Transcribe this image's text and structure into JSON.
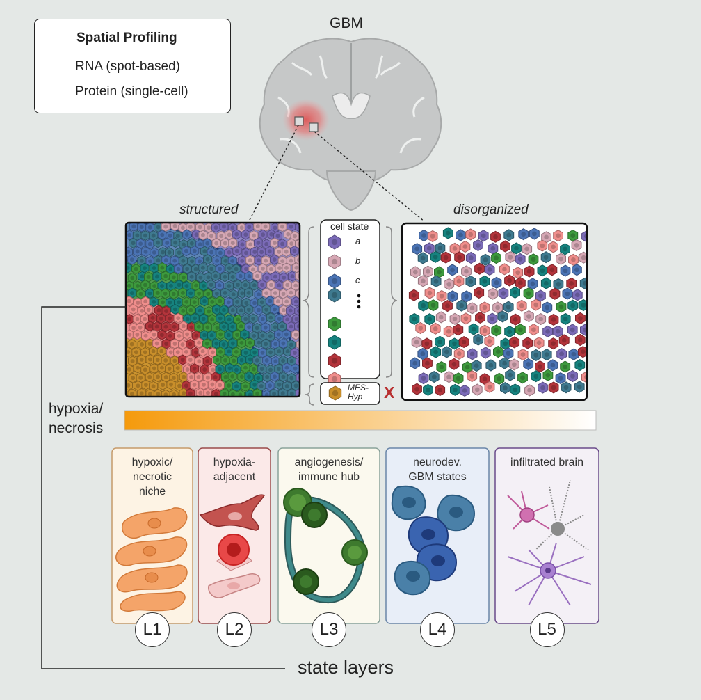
{
  "legend": {
    "title": "Spatial Profiling",
    "items": [
      {
        "label": "RNA (spot-based)",
        "icon": "rna-spot-icon"
      },
      {
        "label": "Protein (single-cell)",
        "icon": "protein-cell-icon"
      }
    ]
  },
  "brain": {
    "label": "GBM"
  },
  "structured": {
    "title": "structured"
  },
  "disorganized": {
    "title": "disorganized"
  },
  "cell_states": {
    "title": "cell state",
    "items": [
      {
        "label": "a",
        "color": "#7b6bb8"
      },
      {
        "label": "b",
        "color": "#d6a7b4"
      },
      {
        "label": "c",
        "color": "#4b74b5"
      },
      {
        "label": "",
        "color": "#3f7a90"
      },
      {
        "label": "",
        "color": "#3d9a3d"
      },
      {
        "label": "",
        "color": "#16837f"
      },
      {
        "label": "",
        "color": "#b3343b"
      },
      {
        "label": "",
        "color": "#f08e8c"
      }
    ],
    "excluded": {
      "label_line1": "MES-",
      "label_line2": "Hyp",
      "color": "#c98f2b",
      "mark": "X"
    }
  },
  "gradient": {
    "label_line1": "hypoxia/",
    "label_line2": "necrosis",
    "start_color": "#f59a0c",
    "end_color": "#ffffff"
  },
  "layers": [
    {
      "id": "L1",
      "title": "hypoxic/\nnecrotic\nniche",
      "bg": "#fdf3e4",
      "border": "#c59a6a"
    },
    {
      "id": "L2",
      "title": "hypoxia-\nadjacent",
      "bg": "#fbe9e8",
      "border": "#9a4a4a"
    },
    {
      "id": "L3",
      "title": "angiogenesis/\nimmune hub",
      "bg": "#fbf9ee",
      "border": "#8aa29a"
    },
    {
      "id": "L4",
      "title": "neurodev.\nGBM states",
      "bg": "#e8eef8",
      "border": "#6a86a8"
    },
    {
      "id": "L5",
      "title": "infiltrated brain",
      "bg": "#f4f0f6",
      "border": "#6a4a8a"
    }
  ],
  "footer": {
    "label": "state layers"
  }
}
